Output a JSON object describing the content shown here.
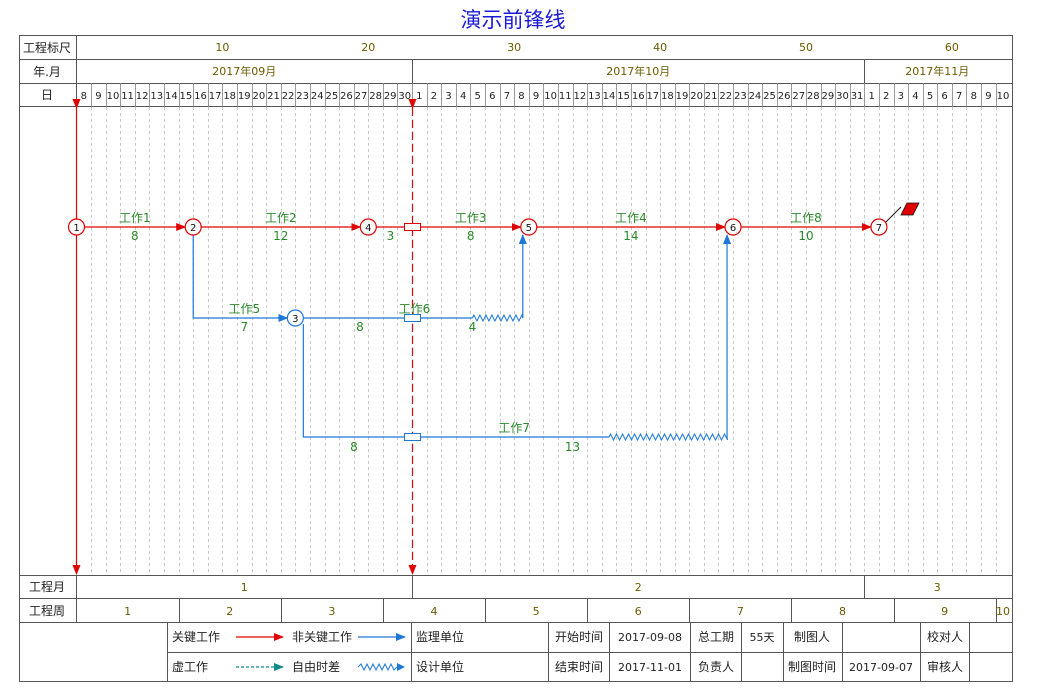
{
  "title": "演示前锋线",
  "header": {
    "scale_label": "工程标尺",
    "ym_label": "年.月",
    "day_label": "日",
    "scale_ticks": [
      "10",
      "20",
      "30",
      "40",
      "50",
      "60"
    ],
    "months": [
      "2017年09月",
      "2017年10月",
      "2017年11月"
    ],
    "days": [
      "8",
      "9",
      "10",
      "11",
      "12",
      "13",
      "14",
      "15",
      "16",
      "17",
      "18",
      "19",
      "20",
      "21",
      "22",
      "23",
      "24",
      "25",
      "26",
      "27",
      "28",
      "29",
      "30",
      "1",
      "2",
      "3",
      "4",
      "5",
      "6",
      "7",
      "8",
      "9",
      "10",
      "11",
      "12",
      "13",
      "14",
      "15",
      "16",
      "17",
      "18",
      "19",
      "20",
      "21",
      "22",
      "23",
      "24",
      "25",
      "26",
      "27",
      "28",
      "29",
      "30",
      "31",
      "1",
      "2",
      "3",
      "4",
      "5",
      "6",
      "7",
      "8",
      "9",
      "10"
    ]
  },
  "bottom": {
    "month_row_label": "工程月",
    "months": [
      "1",
      "2",
      "3"
    ],
    "week_row_label": "工程周",
    "weeks": [
      "1",
      "2",
      "3",
      "4",
      "5",
      "6",
      "7",
      "8",
      "9",
      "10"
    ]
  },
  "legend": {
    "critical": "关键工作",
    "noncritical": "非关键工作",
    "supervisor": "监理单位",
    "dummy": "虚工作",
    "free_float": "自由时差",
    "designer": "设计单位",
    "start_time_label": "开始时间",
    "start_time": "2017-09-08",
    "end_time_label": "结束时间",
    "end_time": "2017-11-01",
    "duration_label": "总工期",
    "duration": "55天",
    "owner_label": "负责人",
    "drafter_label": "制图人",
    "draw_time_label": "制图时间",
    "draw_time": "2017-09-07",
    "checker_label": "校对人",
    "reviewer_label": "审核人"
  },
  "colors": {
    "critical": "#e00000",
    "noncritical": "#1e78d8",
    "text_green": "#2a8a2a",
    "title": "#1b1bd6",
    "label_olive": "#6b5a00",
    "grid": "#c8c8c8"
  },
  "chart_data": {
    "type": "network-timeline",
    "title": "演示前锋线",
    "x_unit": "day",
    "start_date": "2017-09-08",
    "x_range": [
      0,
      64
    ],
    "frontline_day": 23,
    "nodes": [
      {
        "id": "1",
        "day": 0,
        "critical": true
      },
      {
        "id": "2",
        "day": 8,
        "critical": true
      },
      {
        "id": "3",
        "day": 15,
        "critical": false
      },
      {
        "id": "4",
        "day": 20,
        "critical": true
      },
      {
        "id": "5",
        "day": 31,
        "critical": true
      },
      {
        "id": "6",
        "day": 45,
        "critical": true
      },
      {
        "id": "7",
        "day": 55,
        "critical": true
      }
    ],
    "activities": [
      {
        "name": "工作1",
        "from": "1",
        "to": "2",
        "duration": "8",
        "critical": true
      },
      {
        "name": "工作2",
        "from": "2",
        "to": "4",
        "duration": "12",
        "critical": true
      },
      {
        "name": "",
        "from": "4",
        "to": "5",
        "duration": "3",
        "critical": true
      },
      {
        "name": "工作3",
        "from": "4",
        "to": "5",
        "duration": "8",
        "critical": true
      },
      {
        "name": "工作4",
        "from": "5",
        "to": "6",
        "duration": "14",
        "critical": true
      },
      {
        "name": "工作8",
        "from": "6",
        "to": "7",
        "duration": "10",
        "critical": true
      },
      {
        "name": "工作5",
        "from": "2",
        "to": "3",
        "duration": "7",
        "critical": false
      },
      {
        "name": "工作6",
        "from": "3",
        "to": "5",
        "duration": "8",
        "free_float": "4",
        "critical": false
      },
      {
        "name": "工作7",
        "from": "3",
        "to": "6",
        "duration": "8",
        "duration2": "13",
        "critical": false
      }
    ]
  }
}
